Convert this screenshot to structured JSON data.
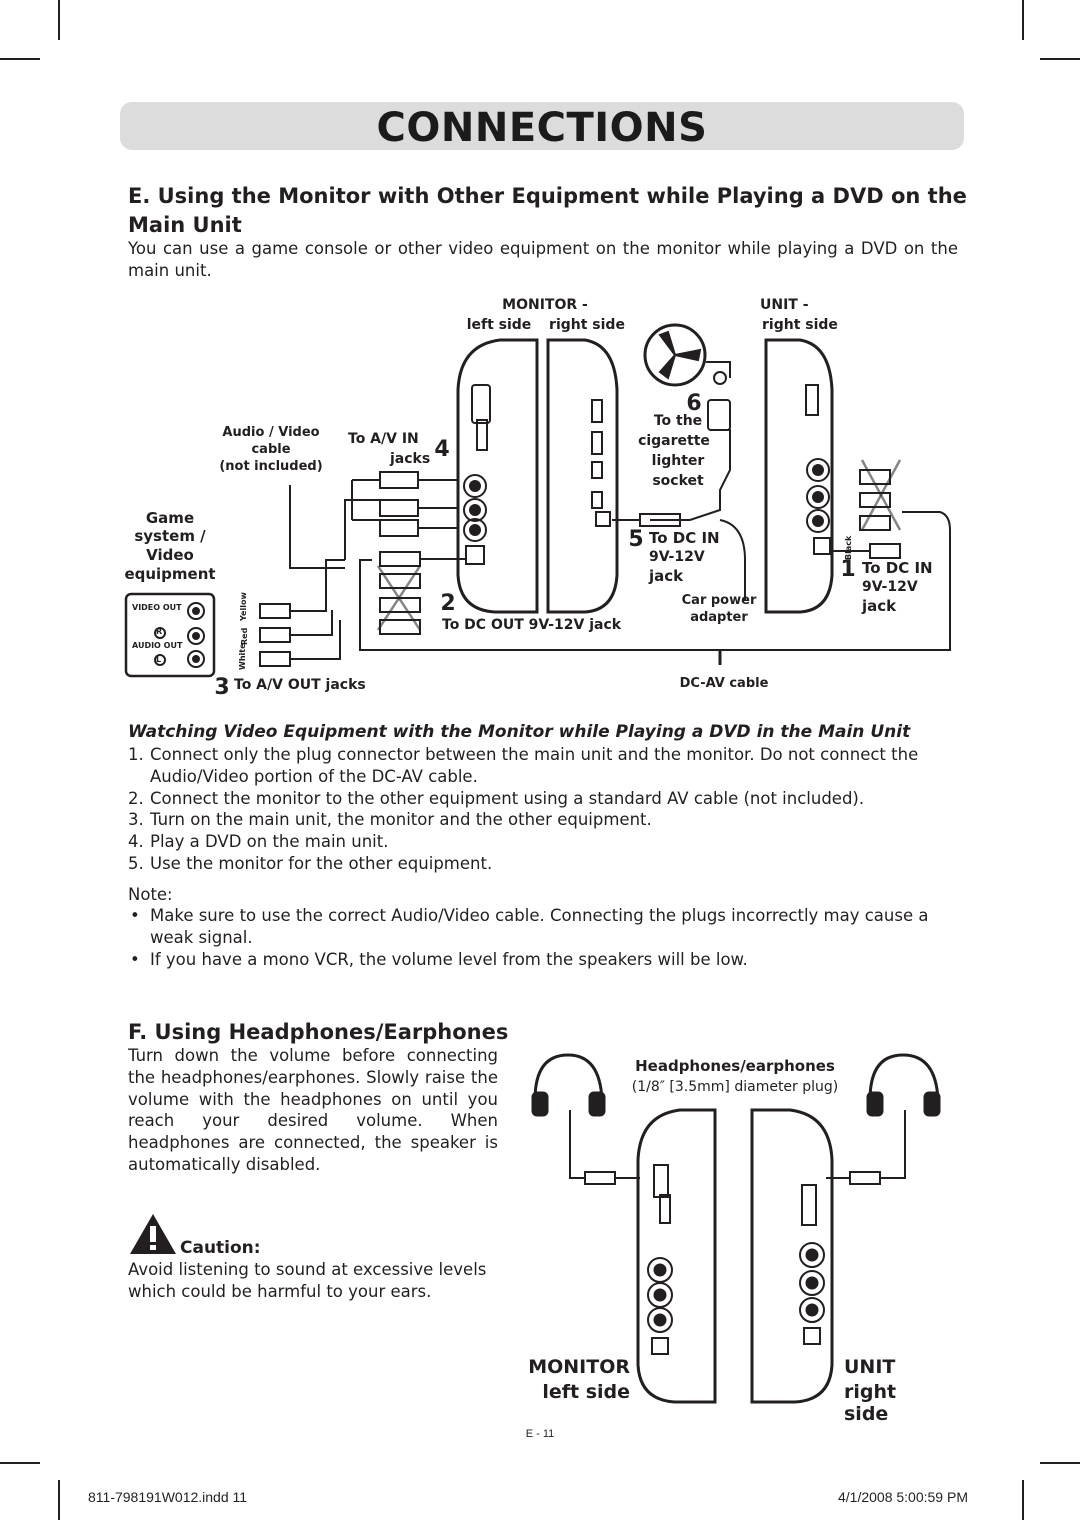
{
  "banner": {
    "title": "CONNECTIONS"
  },
  "section_e": {
    "heading": "E. Using the Monitor with Other Equipment while Playing a DVD on the Main Unit",
    "intro": "You can use a game console or other video equipment on the monitor while playing a DVD on the main unit."
  },
  "diagram_e": {
    "monitor_label": "MONITOR -",
    "left_side": "left side",
    "right_side": "right side",
    "unit_label": "UNIT -",
    "unit_right_side": "right side",
    "av_cable": "Audio / Video",
    "av_cable2": "cable",
    "not_included": "(not included)",
    "to_av_in": "To A/V IN",
    "jacks": "jacks",
    "step4": "4",
    "step6": "6",
    "to_the": "To the",
    "cigarette": "cigarette",
    "lighter": "lighter",
    "socket": "socket",
    "game": "Game",
    "system": "system /",
    "video": "Video",
    "equipment": "equipment",
    "video_out": "VIDEO OUT",
    "r_mark": "R",
    "audio_out": "AUDIO OUT",
    "l_mark": "L",
    "wire_yellow": "Yellow",
    "wire_red": "Red",
    "wire_white": "White",
    "wire_black": "Black",
    "step5": "5",
    "to_dc_in": "To DC IN",
    "voltage": "9V-12V",
    "jack": "jack",
    "step2": "2",
    "to_dc_out": "To DC OUT 9V-12V jack",
    "car_power": "Car power",
    "adapter": "adapter",
    "step1": "1",
    "step3": "3",
    "to_av_out": "To A/V OUT jacks",
    "dc_av_cable": "DC-AV cable"
  },
  "watching": {
    "heading": "Watching Video Equipment with the Monitor while Playing a DVD in the Main Unit",
    "steps": [
      {
        "n": "1.",
        "text": "Connect only the plug connector between the main unit and the monitor. Do not connect the Audio/Video portion of the DC-AV cable."
      },
      {
        "n": "2.",
        "text": "Connect the monitor to the other equipment using a standard AV cable (not included)."
      },
      {
        "n": "3.",
        "text": "Turn on the main unit, the monitor and the other equipment."
      },
      {
        "n": "4.",
        "text": "Play a DVD on the main unit."
      },
      {
        "n": "5.",
        "text": "Use the monitor for the other equipment."
      }
    ],
    "note_label": "Note:",
    "notes": [
      "Make sure to use the correct Audio/Video cable. Connecting the plugs incorrectly may cause a weak signal.",
      "If you have a mono VCR, the volume level from the speakers will be low."
    ],
    "bullet": "•"
  },
  "section_f": {
    "heading": "F. Using Headphones/Earphones",
    "body": "Turn down the volume before connecting the headphones/earphones. Slowly raise the volume with the headphones on until you reach your desired volume. When headphones are connected, the speaker is automatically disabled.",
    "caution_label": "Caution:",
    "caution_text": "Avoid listening to sound at excessive levels which could be harmful to your ears."
  },
  "diagram_f": {
    "hp_title": "Headphones/earphones",
    "hp_spec": "(1/8″ [3.5mm] diameter plug)",
    "monitor": "MONITOR",
    "left_side": "left side",
    "unit": "UNIT",
    "right_side": "right side"
  },
  "page_number": "E - 11",
  "footer": {
    "file": "811-798191W012.indd   11",
    "date": "4/1/2008   5:00:59 PM"
  }
}
